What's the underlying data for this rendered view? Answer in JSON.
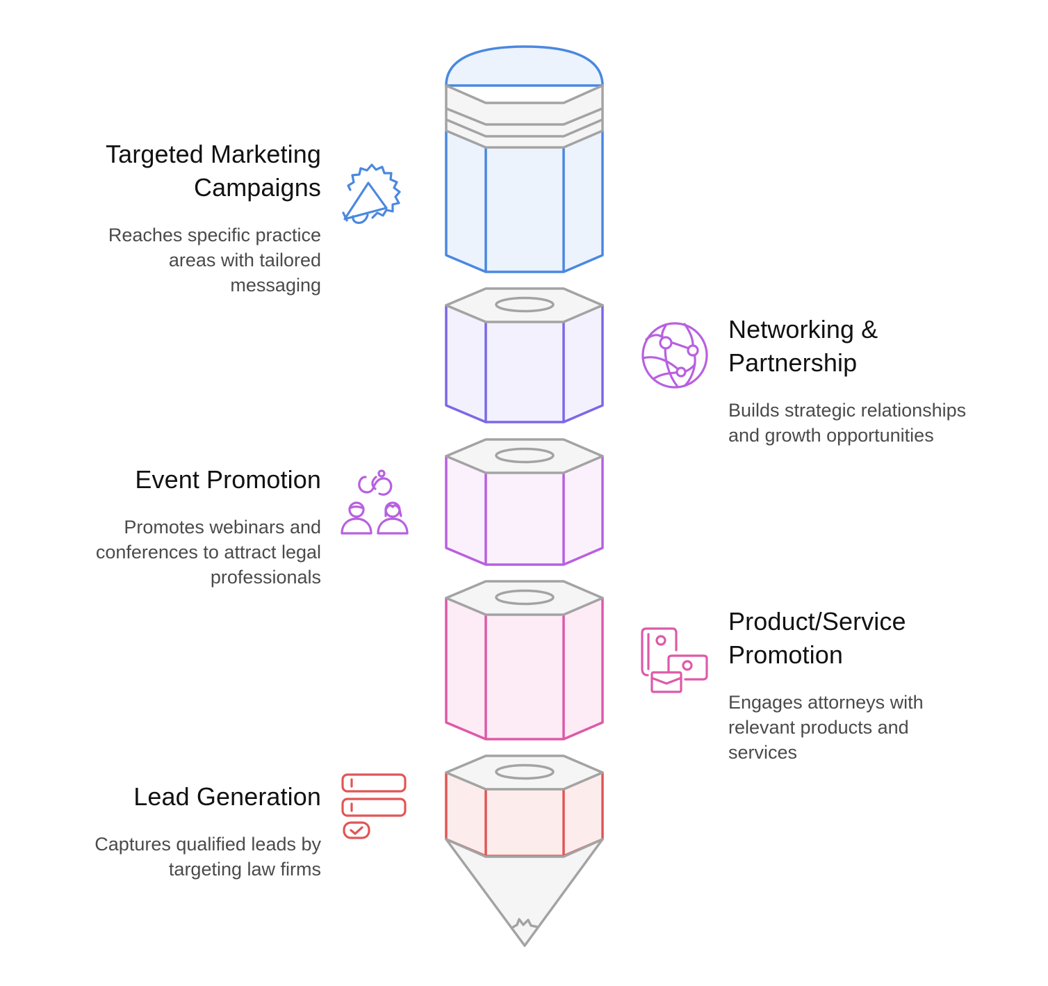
{
  "diagram": {
    "type": "pencil-stack",
    "colors": {
      "outline_gray": "#a3a3a3",
      "cap_fill": "#f5f5f5",
      "eraser_fill": "#ecf3fd"
    },
    "segments": [
      {
        "id": "targeted-marketing",
        "title_lines": [
          "Targeted Marketing",
          "Campaigns"
        ],
        "description_lines": [
          "Reaches specific practice",
          "areas with tailored",
          "messaging"
        ],
        "icon": "megaphone-badge-icon",
        "stroke": "#4a88e0",
        "fill": "#ecf3fd",
        "side": "left"
      },
      {
        "id": "networking",
        "title_lines": [
          "Networking &",
          "Partnership"
        ],
        "description_lines": [
          "Builds strategic relationships",
          "and growth opportunities"
        ],
        "icon": "globe-network-icon",
        "stroke": "#7b68e6",
        "fill": "#f2f1fd",
        "side": "right"
      },
      {
        "id": "event-promotion",
        "title_lines": [
          "Event Promotion"
        ],
        "description_lines": [
          "Promotes webinars and",
          "conferences to attract legal",
          "professionals"
        ],
        "icon": "people-meeting-icon",
        "stroke": "#b860e0",
        "fill": "#fbf1fd",
        "side": "left"
      },
      {
        "id": "product-service",
        "title_lines": [
          "Product/Service",
          "Promotion"
        ],
        "description_lines": [
          "Engages attorneys with",
          "relevant products and",
          "services"
        ],
        "icon": "devices-mail-icon",
        "stroke": "#dd5aa8",
        "fill": "#fdebf6",
        "side": "right"
      },
      {
        "id": "lead-generation",
        "title_lines": [
          "Lead Generation"
        ],
        "description_lines": [
          "Captures qualified leads by",
          "targeting law firms"
        ],
        "icon": "form-checklist-icon",
        "stroke": "#e05656",
        "fill": "#fdecec",
        "side": "left"
      }
    ]
  }
}
